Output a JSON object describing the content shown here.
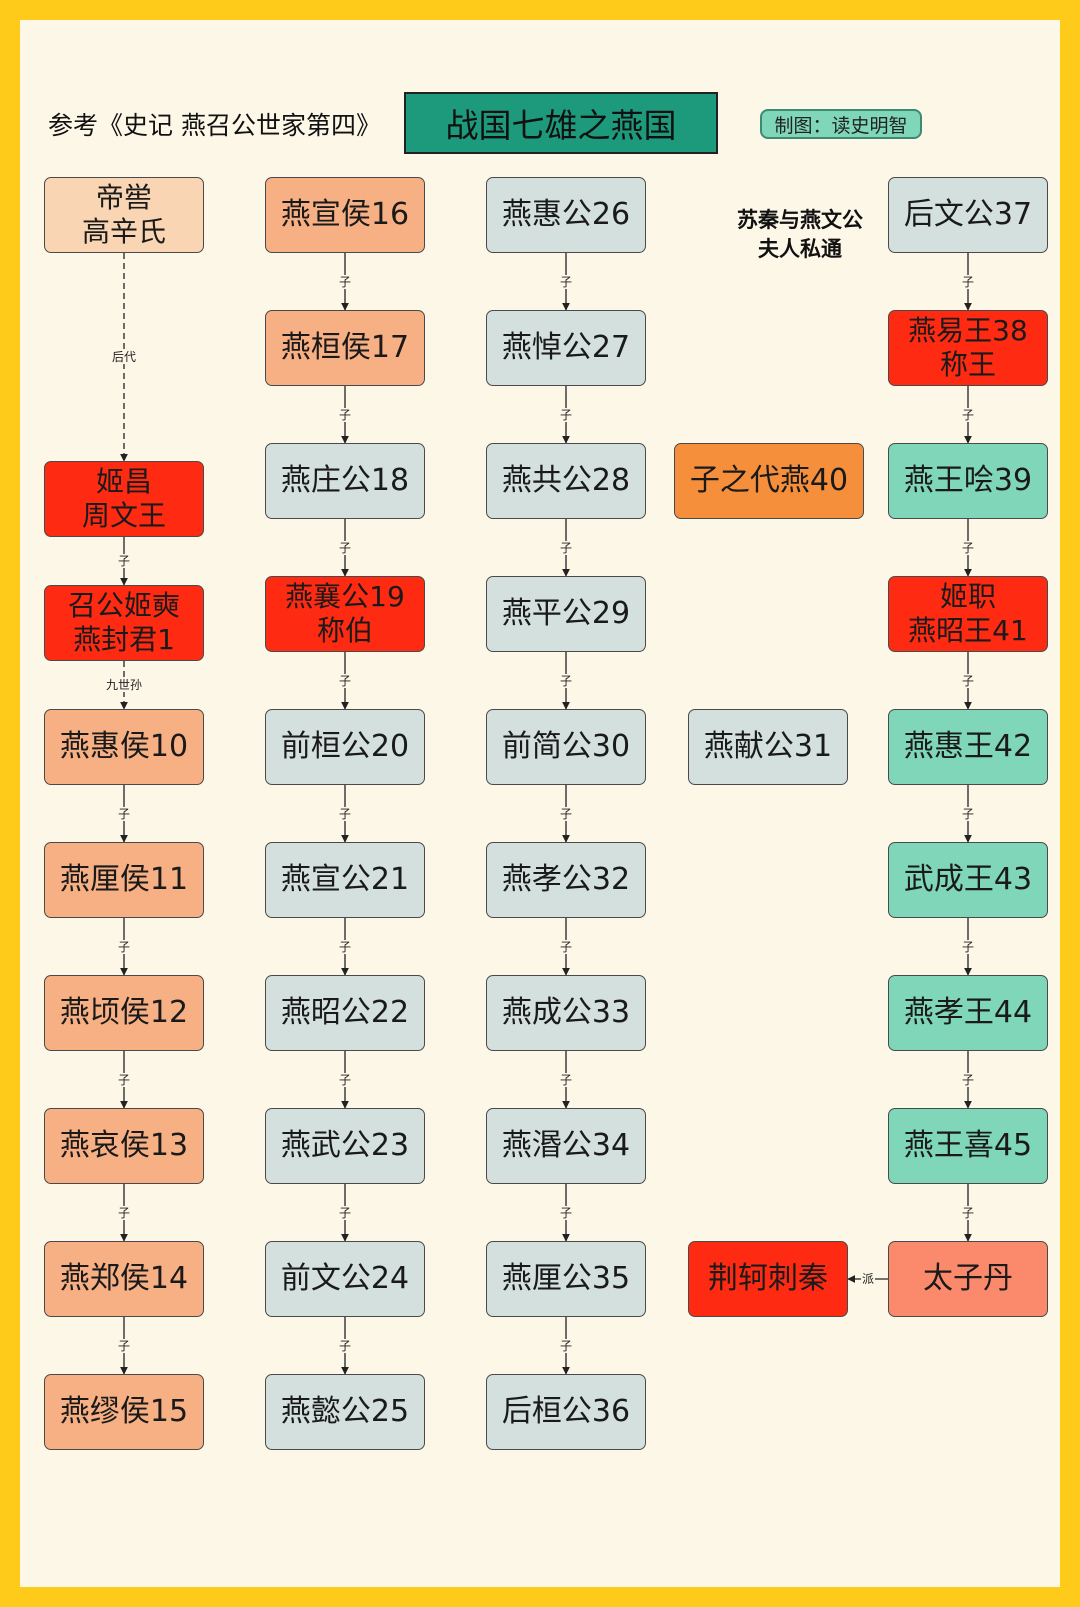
{
  "header": {
    "reference": "参考《史记 燕召公世家第四》",
    "title": "战国七雄之燕国",
    "credit": "制图：读史明智"
  },
  "note": "苏秦与燕文公\n夫人私通",
  "colors": {
    "frame": "#ffcb1a",
    "background": "#fdf7e8",
    "peach": "#f7b083",
    "light_peach": "#f9d5b4",
    "red": "#ff2a12",
    "grey": "#d3e0dd",
    "teal": "#7fd6b8",
    "orange": "#f68f3c",
    "salmon": "#fb8a6d",
    "title_box": "#1d9a7c"
  },
  "nodes": [
    {
      "id": "diku",
      "label": "帝喾\n高辛氏",
      "color": "light_peach"
    },
    {
      "id": "jichang",
      "label": "姬昌\n周文王",
      "color": "red"
    },
    {
      "id": "shaogong",
      "label": "召公姬奭\n燕封君1",
      "color": "red"
    },
    {
      "id": "n10",
      "label": "燕惠侯10",
      "color": "peach"
    },
    {
      "id": "n11",
      "label": "燕厘侯11",
      "color": "peach"
    },
    {
      "id": "n12",
      "label": "燕顷侯12",
      "color": "peach"
    },
    {
      "id": "n13",
      "label": "燕哀侯13",
      "color": "peach"
    },
    {
      "id": "n14",
      "label": "燕郑侯14",
      "color": "peach"
    },
    {
      "id": "n15",
      "label": "燕缪侯15",
      "color": "peach"
    },
    {
      "id": "n16",
      "label": "燕宣侯16",
      "color": "peach"
    },
    {
      "id": "n17",
      "label": "燕桓侯17",
      "color": "peach"
    },
    {
      "id": "n18",
      "label": "燕庄公18",
      "color": "grey"
    },
    {
      "id": "n19",
      "label": "燕襄公19\n称伯",
      "color": "red"
    },
    {
      "id": "n20",
      "label": "前桓公20",
      "color": "grey"
    },
    {
      "id": "n21",
      "label": "燕宣公21",
      "color": "grey"
    },
    {
      "id": "n22",
      "label": "燕昭公22",
      "color": "grey"
    },
    {
      "id": "n23",
      "label": "燕武公23",
      "color": "grey"
    },
    {
      "id": "n24",
      "label": "前文公24",
      "color": "grey"
    },
    {
      "id": "n25",
      "label": "燕懿公25",
      "color": "grey"
    },
    {
      "id": "n26",
      "label": "燕惠公26",
      "color": "grey"
    },
    {
      "id": "n27",
      "label": "燕悼公27",
      "color": "grey"
    },
    {
      "id": "n28",
      "label": "燕共公28",
      "color": "grey"
    },
    {
      "id": "n29",
      "label": "燕平公29",
      "color": "grey"
    },
    {
      "id": "n30",
      "label": "前简公30",
      "color": "grey"
    },
    {
      "id": "n32",
      "label": "燕孝公32",
      "color": "grey"
    },
    {
      "id": "n33",
      "label": "燕成公33",
      "color": "grey"
    },
    {
      "id": "n34",
      "label": "燕湣公34",
      "color": "grey"
    },
    {
      "id": "n35",
      "label": "燕厘公35",
      "color": "grey"
    },
    {
      "id": "n36",
      "label": "后桓公36",
      "color": "grey"
    },
    {
      "id": "n40",
      "label": "子之代燕40",
      "color": "orange"
    },
    {
      "id": "n31",
      "label": "燕献公31",
      "color": "grey"
    },
    {
      "id": "jingke",
      "label": "荆轲刺秦",
      "color": "red"
    },
    {
      "id": "n37",
      "label": "后文公37",
      "color": "grey"
    },
    {
      "id": "n38",
      "label": "燕易王38\n称王",
      "color": "red"
    },
    {
      "id": "n39",
      "label": "燕王哙39",
      "color": "teal"
    },
    {
      "id": "n41",
      "label": "姬职\n燕昭王41",
      "color": "red"
    },
    {
      "id": "n42",
      "label": "燕惠王42",
      "color": "teal"
    },
    {
      "id": "n43",
      "label": "武成王43",
      "color": "teal"
    },
    {
      "id": "n44",
      "label": "燕孝王44",
      "color": "teal"
    },
    {
      "id": "n45",
      "label": "燕王喜45",
      "color": "teal"
    },
    {
      "id": "taizidan",
      "label": "太子丹",
      "color": "salmon"
    }
  ],
  "edges": [
    {
      "from": "diku",
      "to": "jichang",
      "label": "后代",
      "style": "dashed"
    },
    {
      "from": "jichang",
      "to": "shaogong",
      "label": "子"
    },
    {
      "from": "shaogong",
      "to": "n10",
      "label": "九世孙",
      "style": "dashed"
    },
    {
      "from": "n10",
      "to": "n11",
      "label": "子"
    },
    {
      "from": "n11",
      "to": "n12",
      "label": "子"
    },
    {
      "from": "n12",
      "to": "n13",
      "label": "子"
    },
    {
      "from": "n13",
      "to": "n14",
      "label": "子"
    },
    {
      "from": "n14",
      "to": "n15",
      "label": "子"
    },
    {
      "from": "n16",
      "to": "n17",
      "label": "子"
    },
    {
      "from": "n17",
      "to": "n18",
      "label": "子"
    },
    {
      "from": "n18",
      "to": "n19",
      "label": "子"
    },
    {
      "from": "n19",
      "to": "n20",
      "label": "子"
    },
    {
      "from": "n20",
      "to": "n21",
      "label": "子"
    },
    {
      "from": "n21",
      "to": "n22",
      "label": "子"
    },
    {
      "from": "n22",
      "to": "n23",
      "label": "子"
    },
    {
      "from": "n23",
      "to": "n24",
      "label": "子"
    },
    {
      "from": "n24",
      "to": "n25",
      "label": "子"
    },
    {
      "from": "n26",
      "to": "n27",
      "label": "子"
    },
    {
      "from": "n27",
      "to": "n28",
      "label": "子"
    },
    {
      "from": "n28",
      "to": "n29",
      "label": "子"
    },
    {
      "from": "n29",
      "to": "n30",
      "label": "子"
    },
    {
      "from": "n30",
      "to": "n32",
      "label": "子"
    },
    {
      "from": "n32",
      "to": "n33",
      "label": "子"
    },
    {
      "from": "n33",
      "to": "n34",
      "label": "子"
    },
    {
      "from": "n34",
      "to": "n35",
      "label": "子"
    },
    {
      "from": "n35",
      "to": "n36",
      "label": "子"
    },
    {
      "from": "n37",
      "to": "n38",
      "label": "子"
    },
    {
      "from": "n38",
      "to": "n39",
      "label": "子"
    },
    {
      "from": "n39",
      "to": "n41",
      "label": "子"
    },
    {
      "from": "n41",
      "to": "n42",
      "label": "子"
    },
    {
      "from": "n42",
      "to": "n43",
      "label": "子"
    },
    {
      "from": "n43",
      "to": "n44",
      "label": "子"
    },
    {
      "from": "n44",
      "to": "n45",
      "label": "子"
    },
    {
      "from": "n45",
      "to": "taizidan",
      "label": "子"
    },
    {
      "from": "taizidan",
      "to": "jingke",
      "label": "派",
      "dir": "left"
    }
  ]
}
